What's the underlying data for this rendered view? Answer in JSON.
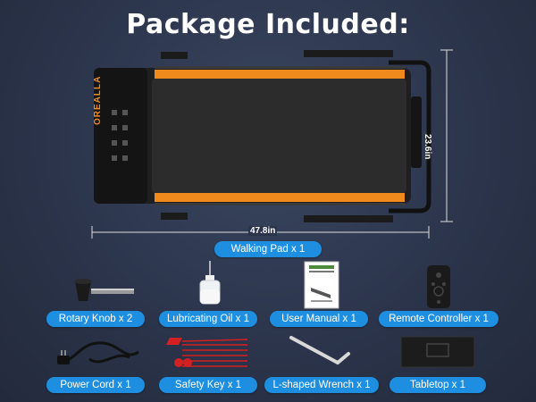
{
  "header": {
    "title": "Package Included:"
  },
  "main_product": {
    "label": "Walking Pad x 1",
    "brand": "OREALLA",
    "width_label": "47.8in",
    "height_label": "23.6in"
  },
  "items": [
    {
      "label": "Rotary Knob x 2",
      "icon": "rotary-knob-icon"
    },
    {
      "label": "Lubricating Oil x 1",
      "icon": "oil-bottle-icon"
    },
    {
      "label": "User Manual x 1",
      "icon": "manual-icon"
    },
    {
      "label": "Remote Controller x 1",
      "icon": "remote-icon"
    },
    {
      "label": "Power Cord x 1",
      "icon": "power-cord-icon"
    },
    {
      "label": "Safety Key  x 1",
      "icon": "safety-key-icon"
    },
    {
      "label": "L-shaped Wrench  x 1",
      "icon": "wrench-icon"
    },
    {
      "label": "Tabletop x 1",
      "icon": "tabletop-icon"
    }
  ],
  "colors": {
    "background": "#2a3349",
    "accent": "#f08a1c",
    "pill": "#1e8fe0"
  }
}
